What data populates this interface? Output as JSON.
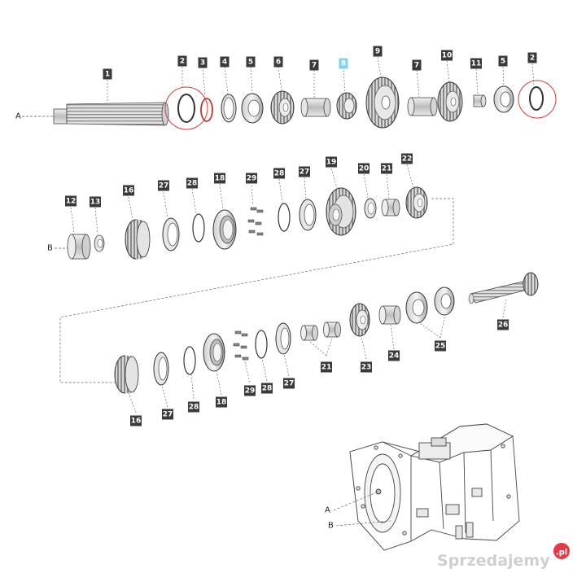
{
  "labels": {
    "p1": "1",
    "p2a": "2",
    "p3": "3",
    "p4": "4",
    "p5a": "5",
    "p6": "6",
    "p7a": "7",
    "p8": "8",
    "p9": "9",
    "p7b": "7",
    "p10": "10",
    "p11": "11",
    "p5b": "5",
    "p2b": "2",
    "p12": "12",
    "p13": "13",
    "p16a": "16",
    "p27a": "27",
    "p28a": "28",
    "p18a": "18",
    "p29a": "29",
    "p28b": "28",
    "p27b": "27",
    "p19": "19",
    "p20": "20",
    "p21a": "21",
    "p22": "22",
    "p26": "26",
    "p25": "25",
    "p24": "24",
    "p23": "23",
    "p21b": "21",
    "p27c": "27",
    "p28c": "28",
    "p29b": "29",
    "p18b": "18",
    "p28d": "28",
    "p27d": "27",
    "p16b": "16"
  },
  "refs": {
    "a_top": "A",
    "b_mid": "B",
    "a_house": "A",
    "b_house": "B"
  },
  "colors": {
    "label_bg": "#3a3a3a",
    "label_highlight": "#7fd3ea",
    "circle_red": "#d23a3a"
  },
  "watermark": {
    "text": "Sprzedajemy",
    "dot": ".pl",
    "badge_color": "#e63946"
  }
}
